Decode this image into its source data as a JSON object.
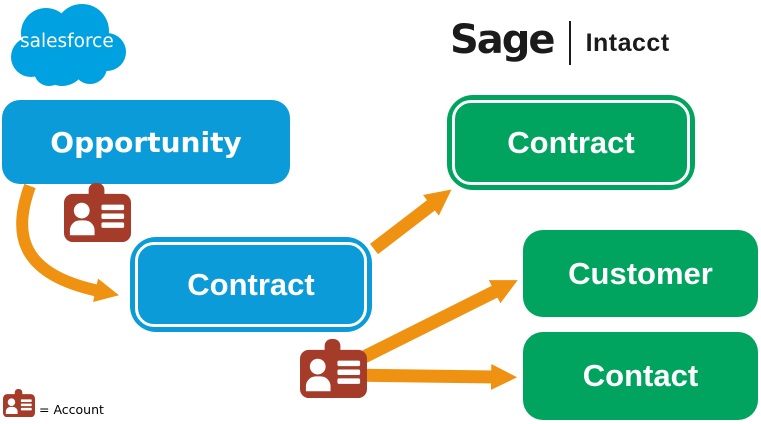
{
  "header": {
    "salesforce_label": "salesforce",
    "sage_label": "Sage",
    "intacct_label": "Intacct"
  },
  "diagram": {
    "salesforce_column": {
      "opportunity_label": "Opportunity",
      "contract_label": "Contract"
    },
    "sage_column": {
      "contract_label": "Contract",
      "customer_label": "Customer",
      "contact_label": "Contact"
    },
    "connections": [
      {
        "from": "Opportunity (Salesforce)",
        "to": "Contract (Salesforce)",
        "badge": "Account"
      },
      {
        "from": "Contract (Salesforce)",
        "to": "Contract (Sage Intacct)"
      },
      {
        "from": "Contract (Salesforce)",
        "to": "Customer (Sage Intacct)",
        "badge": "Account"
      },
      {
        "from": "Contract (Salesforce)",
        "to": "Contact (Sage Intacct)",
        "badge": "Account"
      }
    ]
  },
  "legend": {
    "badge_meaning": "= Account"
  },
  "colors": {
    "salesforce_blue": "#00a1e0",
    "box_blue": "#0a9bd8",
    "green": "#00a45e",
    "arrow_orange": "#ef9211",
    "badge_red": "#a53c2a",
    "logo_black": "#1b1b1b",
    "box_text": "#ffffff"
  }
}
